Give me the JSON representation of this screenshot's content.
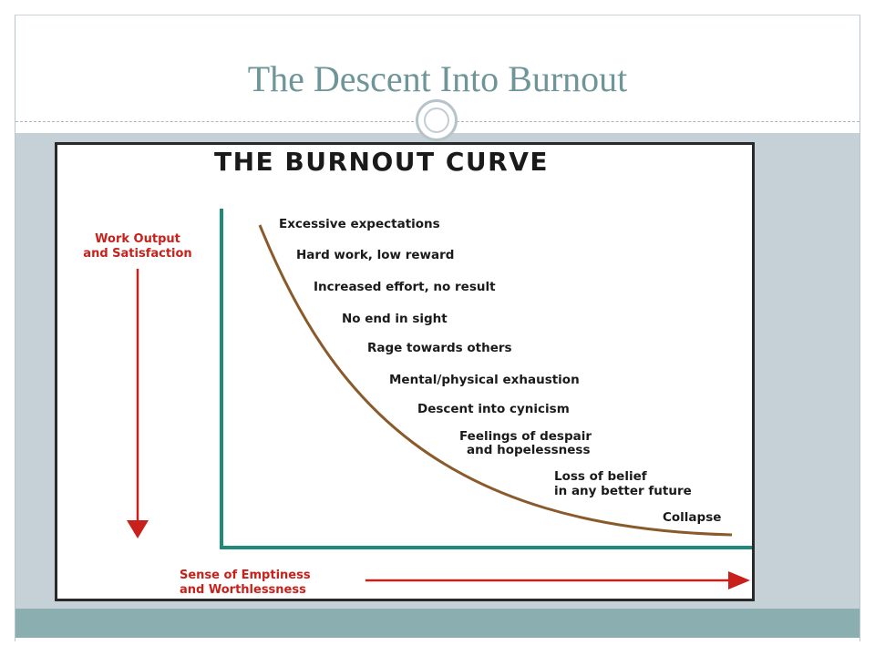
{
  "slide": {
    "title": "The Descent Into Burnout"
  },
  "diagram": {
    "heading": "THE BURNOUT CURVE",
    "y_axis_label": [
      "Work Output",
      "and Satisfaction"
    ],
    "x_axis_label": [
      "Sense of Emptiness",
      "and Worthlessness"
    ],
    "stages": [
      [
        "Excessive expectations"
      ],
      [
        "Hard work, low reward"
      ],
      [
        "Increased effort, no result"
      ],
      [
        "No end in sight"
      ],
      [
        "Rage towards others"
      ],
      [
        "Mental/physical exhaustion"
      ],
      [
        "Descent into cynicism"
      ],
      [
        "Feelings of despair",
        "and hopelessness"
      ],
      [
        "Loss of belief",
        "in any better future"
      ],
      [
        "Collapse"
      ]
    ],
    "colors": {
      "axis": "#1e8a7c",
      "curve": "#8b5a2b",
      "arrows": "#c8201a",
      "text": "#1a1a1a"
    }
  }
}
